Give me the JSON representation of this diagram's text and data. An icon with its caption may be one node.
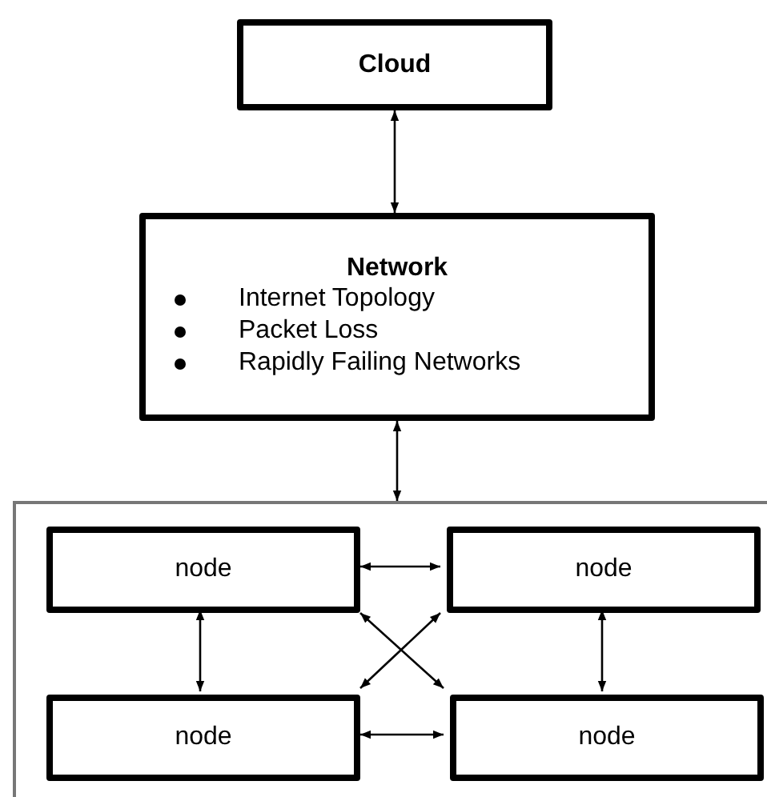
{
  "diagram": {
    "nodes": [
      {
        "text": [
          "Cloud"
        ]
      },
      {
        "text": [
          "Network",
          "Internet Topology",
          "Packet Loss",
          "Rapidly Failing Networks"
        ]
      },
      {
        "text": [],
        "shape": "box"
      },
      {
        "text": [
          "node"
        ],
        "in": 2
      },
      {
        "text": [
          "node"
        ],
        "in": 2
      },
      {
        "text": [
          "node"
        ],
        "in": 2
      },
      {
        "text": [
          "node"
        ],
        "in": 2
      }
    ],
    "edges": [
      {
        "from": 0,
        "to": 1,
        "arrow": "both"
      },
      {
        "from": 1,
        "to": 2,
        "arrow": "both"
      },
      {
        "from": 3,
        "to": 4,
        "arrow": "both"
      },
      {
        "from": 3,
        "to": 5,
        "arrow": "both"
      },
      {
        "from": 4,
        "to": 6,
        "arrow": "both"
      },
      {
        "from": 3,
        "to": 6,
        "arrow": "both"
      },
      {
        "from": 4,
        "to": 5,
        "arrow": "both"
      },
      {
        "from": 5,
        "to": 6,
        "arrow": "both"
      }
    ]
  }
}
